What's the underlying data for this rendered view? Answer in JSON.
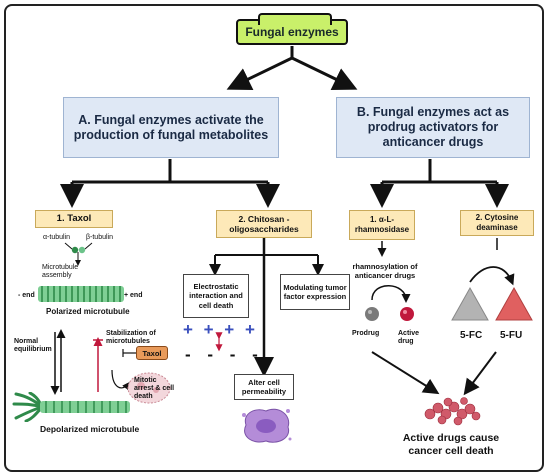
{
  "title": "Fungal enzymes",
  "branch_a": {
    "label": "A. Fungal enzymes activate the production of fungal metabolites"
  },
  "branch_b": {
    "label": "B. Fungal enzymes act as prodrug activators for anticancer drugs"
  },
  "taxol": {
    "label": "1. Taxol",
    "alpha_tubulin": "α-tubulin",
    "beta_tubulin": "β-tubulin",
    "microtubule_assembly": "Microtubule assembly",
    "minus_end": "- end",
    "plus_end": "+ end",
    "polarized": "Polarized microtubule",
    "normal_equilibrium": "Normal equilibrium",
    "stabilization": "Stabilization of microtubules",
    "drug_label": "Taxol",
    "mitotic_arrest": "Mitotic arrest & cell death",
    "depolarized": "Depolarized microtubule"
  },
  "chitosan": {
    "label": "2. Chitosan -oligosaccharides",
    "electrostatic": "Electrostatic interaction and cell death",
    "modulating": "Modulating tumor factor expression",
    "alter": "Alter cell permeability",
    "plus_signs": "+ + + +",
    "minus_signs": "- - - -"
  },
  "rhamnosidase": {
    "label": "1. α-L-rhamnosidase",
    "rhamnosylation": "rhamnosylation of anticancer drugs",
    "prodrug": "Prodrug",
    "active_drug": "Active drug"
  },
  "cytosine": {
    "label": "2. Cytosine deaminase",
    "fc": "5-FC",
    "fu": "5-FU"
  },
  "result": {
    "label": "Active drugs cause cancer cell death"
  },
  "colors": {
    "top_green": "#c9f06a",
    "blue_box": "#dfe8f5",
    "yellow_box": "#fde9b8",
    "microtubule": "#2f8a4a",
    "prodrug_grey": "#777777",
    "active_red": "#c0183c",
    "fc_grey": "#b3b3b3",
    "fu_red": "#e06060"
  }
}
